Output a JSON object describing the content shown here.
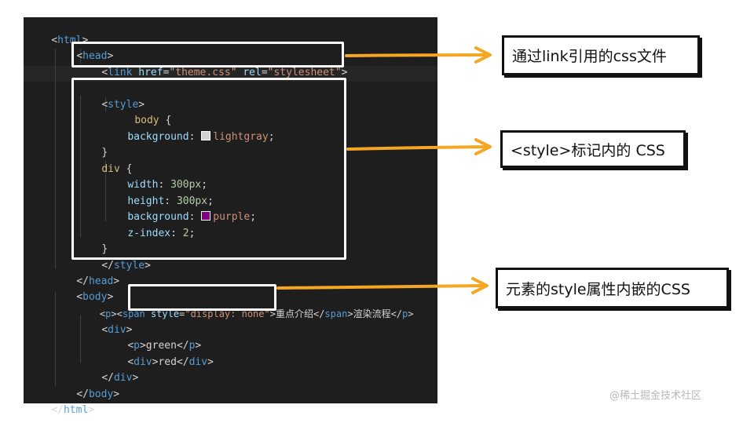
{
  "code": {
    "line1": {
      "open": "<",
      "tag": "html",
      "close": ">"
    },
    "line2": {
      "open": "<",
      "tag": "head",
      "close": ">"
    },
    "line3": {
      "open": "<",
      "tag": "link",
      "attr1": " href",
      "eq1": "=",
      "val1": "\"theme.css\"",
      "attr2": " rel",
      "eq2": "=",
      "val2": "\"stylesheet\"",
      "close": ">"
    },
    "line5": {
      "open": "<",
      "tag": "style",
      "close": ">"
    },
    "line6": {
      "sel": "body",
      "brace": " {"
    },
    "line7": {
      "prop": "background",
      "colon": ": ",
      "swatch_color": "#d3d3d3",
      "val": "lightgray",
      "semi": ";"
    },
    "line8": {
      "brace": "}"
    },
    "line9": {
      "sel": "div",
      "brace": " {"
    },
    "line10": {
      "prop": "width",
      "colon": ": ",
      "val": "300px",
      "semi": ";"
    },
    "line11": {
      "prop": "height",
      "colon": ": ",
      "val": "300px",
      "semi": ";"
    },
    "line12": {
      "prop": "background",
      "colon": ": ",
      "swatch_color": "#800080",
      "val": "purple",
      "semi": ";"
    },
    "line13": {
      "prop": "z-index",
      "colon": ": ",
      "val": "2",
      "semi": ";"
    },
    "line14": {
      "brace": "}"
    },
    "line15": {
      "open": "</",
      "tag": "style",
      "close": ">"
    },
    "line16": {
      "open": "</",
      "tag": "head",
      "close": ">"
    },
    "line17": {
      "open": "<",
      "tag": "body",
      "close": ">"
    },
    "line18": {
      "p_open": "<",
      "p_tag": "p",
      "p_close": ">",
      "span_open": "<",
      "span_tag": "span",
      "attr": " style",
      "eq": "=",
      "val": "\"display: none\"",
      "span_close": ">",
      "text1": "重点介绍",
      "span_end_open": "</",
      "span_end_tag": "span",
      "span_end_close": ">",
      "text2": "渲染流程",
      "p_end_open": "</",
      "p_end_tag": "p",
      "p_end_close": ">"
    },
    "line19": {
      "open": "<",
      "tag": "div",
      "close": ">"
    },
    "line20": {
      "open": "<",
      "tag": "p",
      "close": ">",
      "text": "green",
      "end_open": "</",
      "end_tag": "p",
      "end_close": ">"
    },
    "line21": {
      "open": "<",
      "tag": "div",
      "close": ">",
      "text": "red",
      "end_open": "</",
      "end_tag": "div",
      "end_close": ">"
    },
    "line22": {
      "open": "</",
      "tag": "div",
      "close": ">"
    },
    "line23": {
      "open": "</",
      "tag": "body",
      "close": ">"
    },
    "line24": {
      "open": "</",
      "tag": "html",
      "close": ">"
    }
  },
  "callouts": {
    "link": "通过link引用的css文件",
    "style_tag": "<style>标记内的 CSS",
    "inline": "元素的style属性内嵌的CSS"
  },
  "watermark": "@稀土掘金技术社区",
  "colors": {
    "editor_bg": "#1e1e1e",
    "arrow": "#f5a623",
    "tag": "#569cd6",
    "attribute": "#9cdcfe",
    "string": "#ce9178"
  }
}
